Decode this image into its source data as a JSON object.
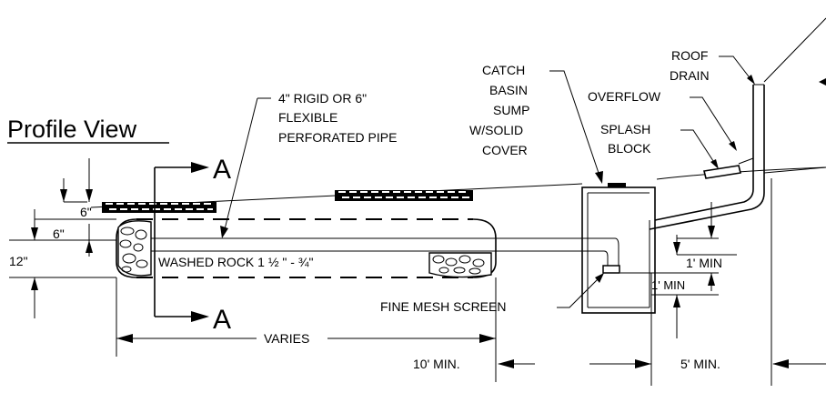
{
  "title": "Profile View",
  "section_marker": "A",
  "labels": {
    "pipe_line1": "4\" RIGID OR 6\"",
    "pipe_line2": "FLEXIBLE",
    "pipe_line3": "PERFORATED PIPE",
    "catch_line1": "CATCH",
    "catch_line2": "BASIN",
    "catch_line3": "SUMP",
    "catch_line4": "W/SOLID",
    "catch_line5": "COVER",
    "roof_line1": "ROOF",
    "roof_line2": "DRAIN",
    "overflow": "OVERFLOW",
    "splash_line1": "SPLASH",
    "splash_line2": "BLOCK",
    "washed_rock": "WASHED ROCK 1 ½ \" - ¾\"",
    "fine_mesh": "FINE MESH SCREEN",
    "min_upper": "1' MIN",
    "min_lower": "1' MIN"
  },
  "dimensions": {
    "depth_top": "6\"",
    "depth_mid": "6\"",
    "depth_total": "12\"",
    "varies": "VARIES",
    "ten_min": "10' MIN.",
    "five_min": "5' MIN."
  }
}
